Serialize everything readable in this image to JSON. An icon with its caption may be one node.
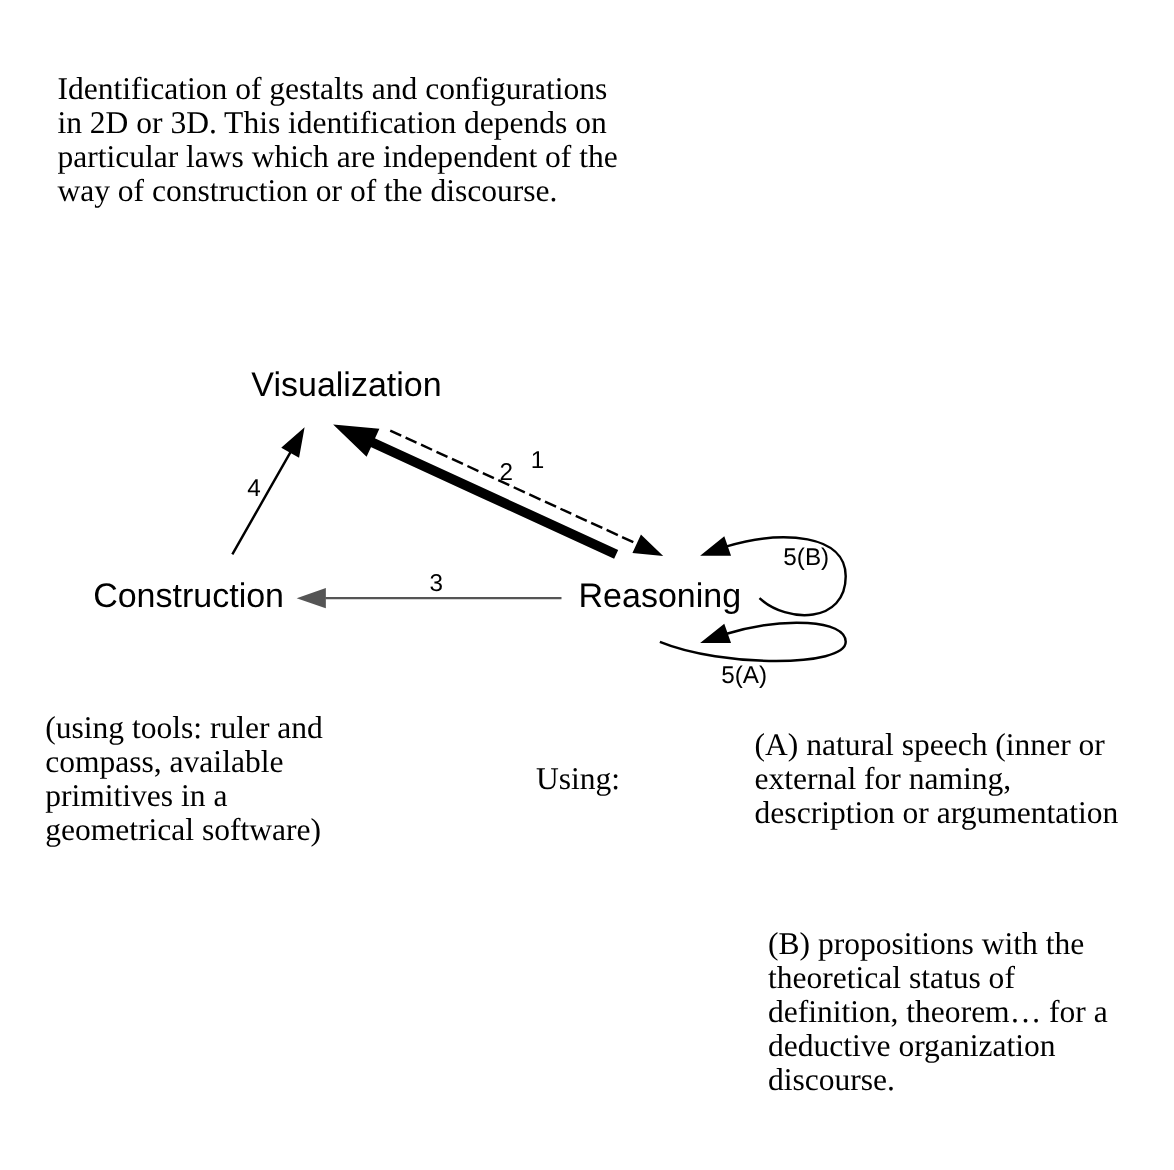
{
  "diagram": {
    "nodes": [
      {
        "text": [
          "Visualization"
        ]
      },
      {
        "text": [
          "Construction"
        ]
      },
      {
        "text": [
          "Reasoning"
        ]
      }
    ],
    "edges": [
      {
        "from": 2,
        "to": 0,
        "arrow": "to",
        "label": "1",
        "style": "thick"
      },
      {
        "from": 0,
        "to": 2,
        "arrow": "to",
        "label": "2",
        "style": "dashed"
      },
      {
        "from": 2,
        "to": 1,
        "arrow": "to",
        "label": "3",
        "color": "#555555"
      },
      {
        "from": 1,
        "to": 0,
        "arrow": "to",
        "label": "4"
      },
      {
        "from": 2,
        "to": 2,
        "arrow": "to",
        "label": "5(A)"
      },
      {
        "from": 2,
        "to": 2,
        "arrow": "to",
        "label": "5(B)"
      }
    ],
    "labels": [
      "Identification of gestalts and configurations in 2D or 3D. This identification depends on particular laws which are independent of the way of construction or of the discourse.",
      "Using:",
      "(using tools: ruler and compass, available primitives in a geometrical software)",
      "(A) natural speech (inner or external for naming, description or argumentation",
      "(B) propositions with the theoretical status of definition, theorem… for a deductive organization discourse."
    ]
  }
}
